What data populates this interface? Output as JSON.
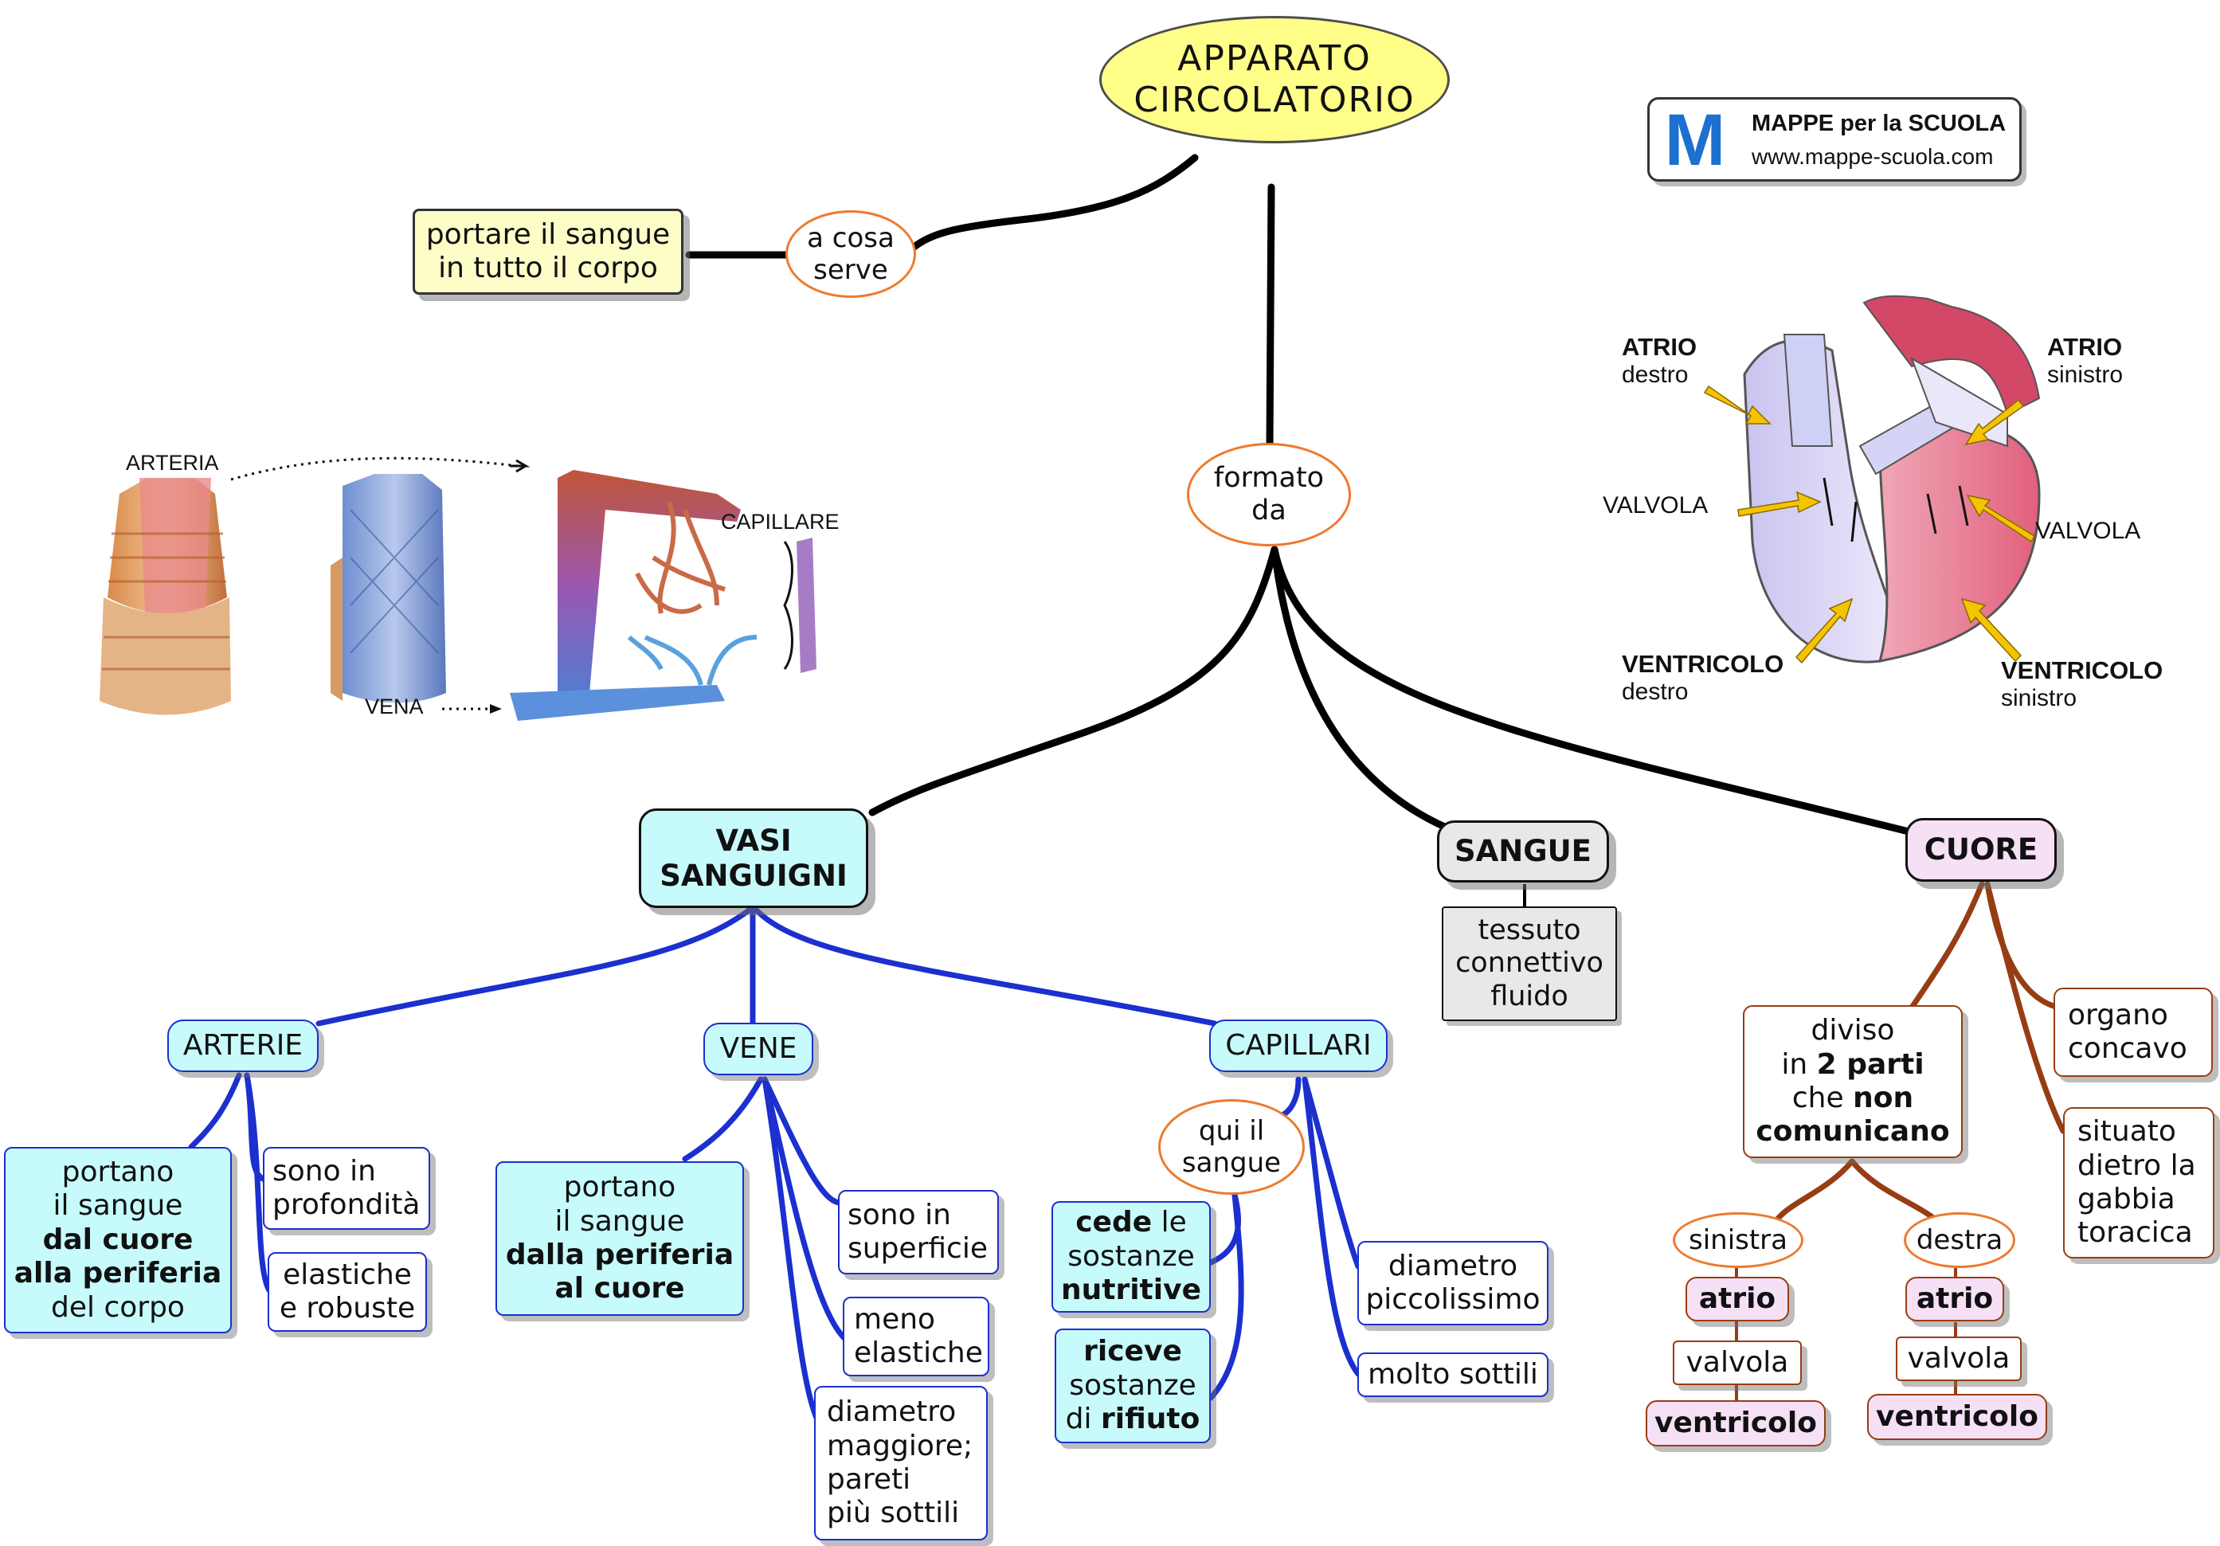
{
  "title": [
    "APPARATO",
    "CIRCOLATORIO"
  ],
  "logo": {
    "mark": "M",
    "name": "MAPPE per la SCUOLA",
    "url": "www.mappe-scuola.com"
  },
  "purpose": {
    "link": [
      "a cosa",
      "serve"
    ],
    "text": [
      "portare il sangue",
      "in tutto il corpo"
    ]
  },
  "formed": {
    "link": [
      "formato",
      "da"
    ]
  },
  "vessels": {
    "title": [
      "VASI",
      "SANGUIGNI"
    ],
    "arteries": {
      "label": "ARTERIE",
      "carry": [
        {
          "t": "portano",
          "b": false
        },
        {
          "t": "il sangue",
          "b": false
        },
        {
          "t": "dal cuore",
          "b": true
        },
        {
          "t": "alla periferia",
          "b": true
        },
        {
          "t": "del corpo",
          "b": false
        }
      ],
      "depth": [
        "sono in",
        "profondità"
      ],
      "elastic": [
        "elastiche",
        "e robuste"
      ]
    },
    "veins": {
      "label": "VENE",
      "carry": [
        {
          "t": "portano",
          "b": false
        },
        {
          "t": "il sangue",
          "b": false
        },
        {
          "t": "dalla periferia",
          "b": true
        },
        {
          "t": "al cuore",
          "b": true
        }
      ],
      "surface": [
        "sono in",
        "superficie"
      ],
      "less_elastic": [
        "meno",
        "elastiche"
      ],
      "diameter": [
        "diametro",
        "maggiore;",
        "pareti",
        "più sottili"
      ]
    },
    "capillaries": {
      "label": "CAPILLARI",
      "here": [
        "qui il",
        "sangue"
      ],
      "gives_1": "cede",
      "gives_2": " le",
      "gives_3": "sostanze",
      "gives_4": "nutritive",
      "receives_1": "riceve",
      "receives_2": "sostanze",
      "receives_3": "di ",
      "receives_4": "rifiuto",
      "diameter": [
        "diametro",
        "piccolissimo"
      ],
      "thin": "molto sottili"
    }
  },
  "blood": {
    "title": "SANGUE",
    "desc": [
      "tessuto",
      "connettivo",
      "fluido"
    ]
  },
  "heart": {
    "title": "CUORE",
    "divided_1": "diviso",
    "divided_2": "in ",
    "divided_3": "2 parti",
    "divided_4": "che ",
    "divided_5": "non",
    "divided_6": "comunicano",
    "concave": [
      "organo",
      "concavo"
    ],
    "location": [
      "situato",
      "dietro la",
      "gabbia",
      "toracica"
    ],
    "left": "sinistra",
    "right": "destra",
    "atrium": "atrio",
    "valve": "valvola",
    "ventricle": "ventricolo"
  },
  "vessel_illustration": {
    "artery": "ARTERIA",
    "vein": "VENA",
    "capillary": "CAPILLARE"
  },
  "heart_illustration": {
    "atrium": "ATRIO",
    "ventricle": "VENTRICOLO",
    "valve": "VALVOLA",
    "right": "destro",
    "left": "sinistro"
  },
  "colors": {
    "title_fill": "#fefe88",
    "link_border": "#ee7a2d",
    "vessel_fill": "#c7fbfb",
    "blue_line": "#1c2fcf",
    "brown_line": "#963d14",
    "heart_fill": "#f6e0f6",
    "blood_fill": "#e9e7e7",
    "purpose_fill": "#fdfdc8"
  }
}
